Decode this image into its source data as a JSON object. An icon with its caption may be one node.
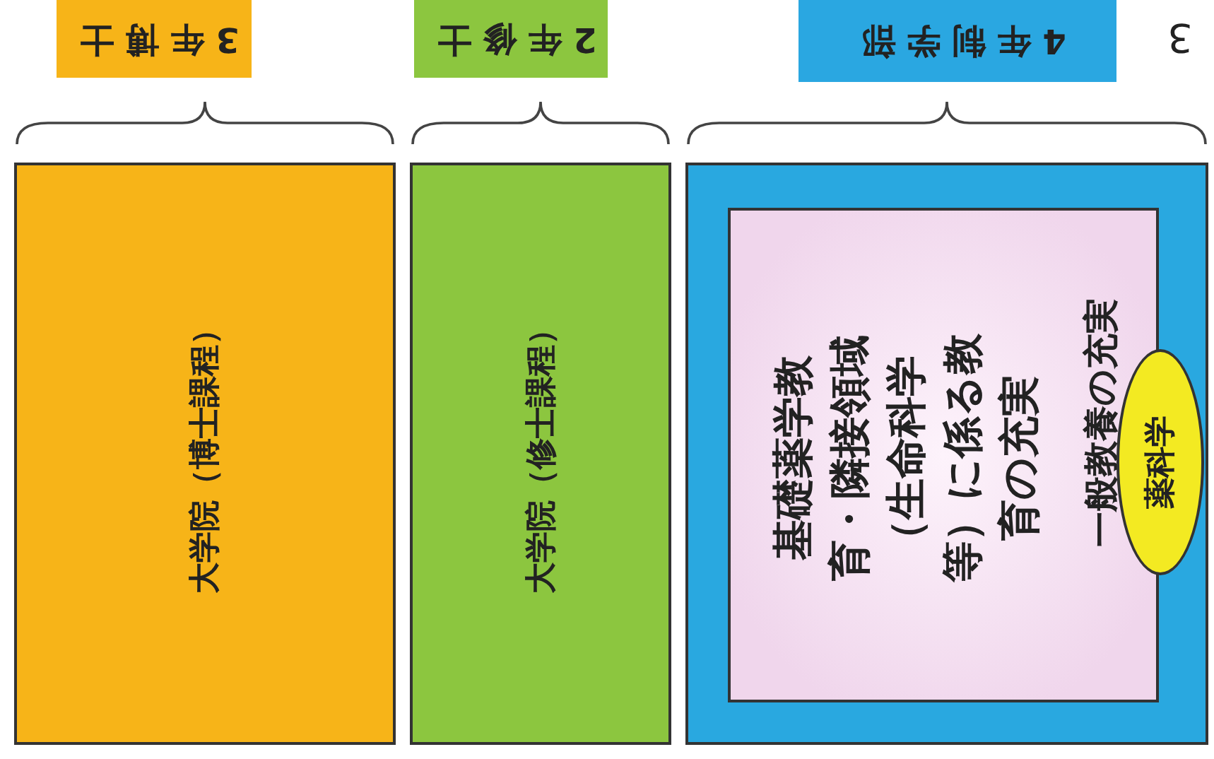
{
  "diagram": {
    "nodes": [
      {
        "text": [
          "3年博士"
        ]
      },
      {
        "text": [
          "2年修士"
        ]
      },
      {
        "text": [
          "4年制学部"
        ]
      },
      {
        "text": [
          "大学院（博士課程）"
        ]
      },
      {
        "text": [
          "大学院（修士課程）"
        ]
      },
      {
        "text": [],
        "shape": "box"
      },
      {
        "text": [
          "基礎薬学教育・隣接領域（生命科学等）に係る教育の充実",
          "一般教養の充実"
        ],
        "in": 5
      },
      {
        "text": [
          "薬科学"
        ],
        "in": 5
      }
    ],
    "labels": [
      "3"
    ]
  }
}
